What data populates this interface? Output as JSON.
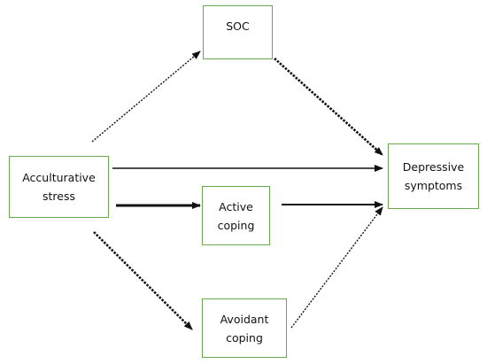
{
  "diagram": {
    "nodes": {
      "soc": {
        "label": "SOC"
      },
      "acculturative_stress": {
        "label": "Acculturative\nstress"
      },
      "depressive_symptoms": {
        "label": "Depressive\nsymptoms"
      },
      "active_coping": {
        "label": "Active\ncoping"
      },
      "avoidant_coping": {
        "label": "Avoidant\ncoping"
      }
    },
    "edges": [
      {
        "from": "acculturative_stress",
        "to": "soc",
        "style": "dotted"
      },
      {
        "from": "soc",
        "to": "depressive_symptoms",
        "style": "dotted-bold"
      },
      {
        "from": "acculturative_stress",
        "to": "depressive_symptoms",
        "style": "solid"
      },
      {
        "from": "acculturative_stress",
        "to": "active_coping",
        "style": "solid-bold"
      },
      {
        "from": "active_coping",
        "to": "depressive_symptoms",
        "style": "solid-medium"
      },
      {
        "from": "acculturative_stress",
        "to": "avoidant_coping",
        "style": "dotted-bold"
      },
      {
        "from": "avoidant_coping",
        "to": "depressive_symptoms",
        "style": "dotted"
      }
    ],
    "colors": {
      "node_border": "#6aa84f",
      "arrow": "#111111"
    }
  }
}
